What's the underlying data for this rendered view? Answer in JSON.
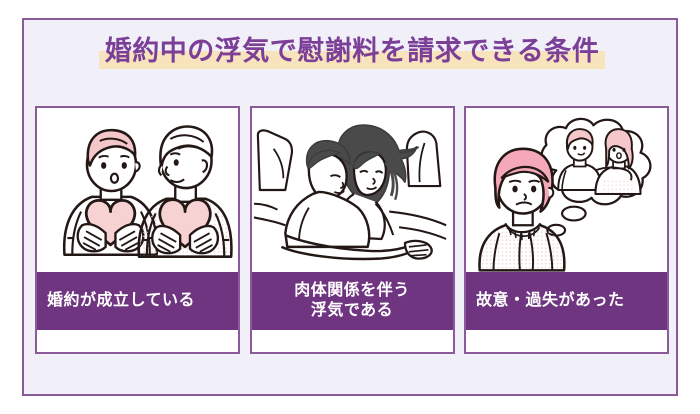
{
  "header": {
    "title": "婚約中の浮気で慰謝料を請求できる条件",
    "title_color": "#7b3f98",
    "highlight_color": "#f7e3bc"
  },
  "theme": {
    "frame_border": "#8b5a9b",
    "frame_background": "#f1eff7",
    "band_background": "#6f3580",
    "band_text": "#ffffff",
    "card_background": "#ffffff",
    "skin_pink": "#f6d7d7",
    "heart_pink": "#f7d2d2",
    "hair_dark": "#4a4a4a",
    "line_black": "#231815"
  },
  "cards": [
    {
      "label": "婚約が成立している",
      "illustration": "couple-holding-hearts",
      "align": "left"
    },
    {
      "label_line1": "肉体関係を伴う",
      "label_line2": "浮気である",
      "illustration": "couple-in-bed",
      "align": "center"
    },
    {
      "label": "故意・過失があった",
      "illustration": "woman-thinking-of-couple",
      "align": "left"
    }
  ]
}
